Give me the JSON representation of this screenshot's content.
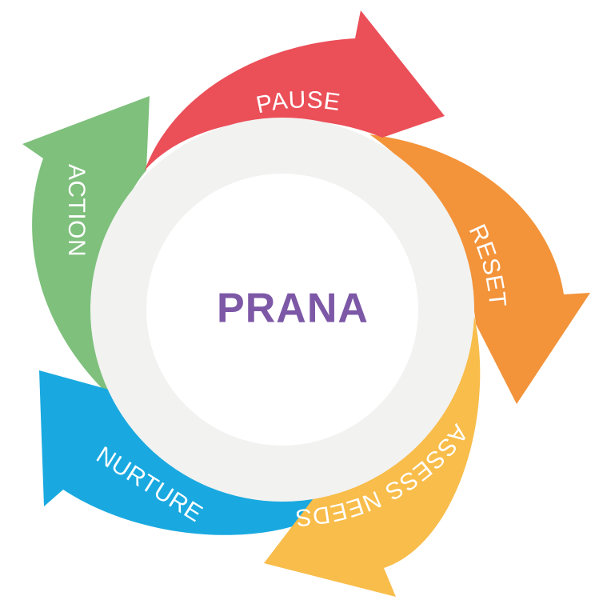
{
  "diagram": {
    "center": {
      "title": "PRANA",
      "title_color": "#7d58a6",
      "ring_color": "#f2f2f1",
      "inner_color": "#ffffff"
    },
    "stages": [
      {
        "id": "pause",
        "label": "PAUSE",
        "color": "#eb4f58"
      },
      {
        "id": "reset",
        "label": "RESET",
        "color": "#f3933a"
      },
      {
        "id": "assess-needs",
        "label": "ASSESS NEEDS",
        "color": "#f8bd4a"
      },
      {
        "id": "nurture",
        "label": "NURTURE",
        "color": "#19a9e0"
      },
      {
        "id": "action",
        "label": "ACTION",
        "color": "#7ec07c"
      }
    ]
  }
}
